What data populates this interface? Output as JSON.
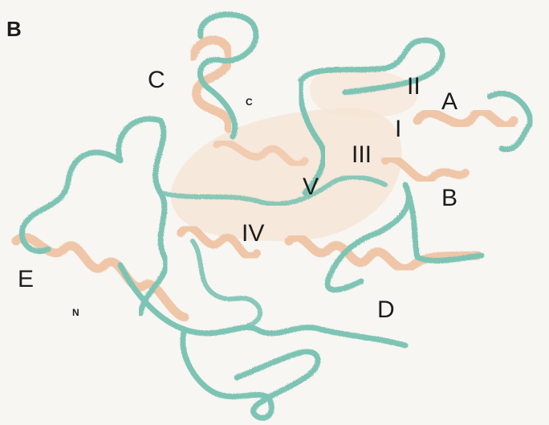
{
  "figure": {
    "panel_letter": "B",
    "helix_labels": [
      "A",
      "B",
      "C",
      "D",
      "E"
    ],
    "strand_labels": [
      "I",
      "II",
      "III",
      "IV",
      "V"
    ],
    "terminus_labels": {
      "n_terminus": "N",
      "c_terminus": "C"
    },
    "colors": {
      "background": "#f7f6f2",
      "coil": "#7ec4b4",
      "coil_edge": "#4f9a88",
      "helix": "#f0c6a8",
      "sheet": "#f6e6d6",
      "text": "#1c1c1c"
    }
  }
}
